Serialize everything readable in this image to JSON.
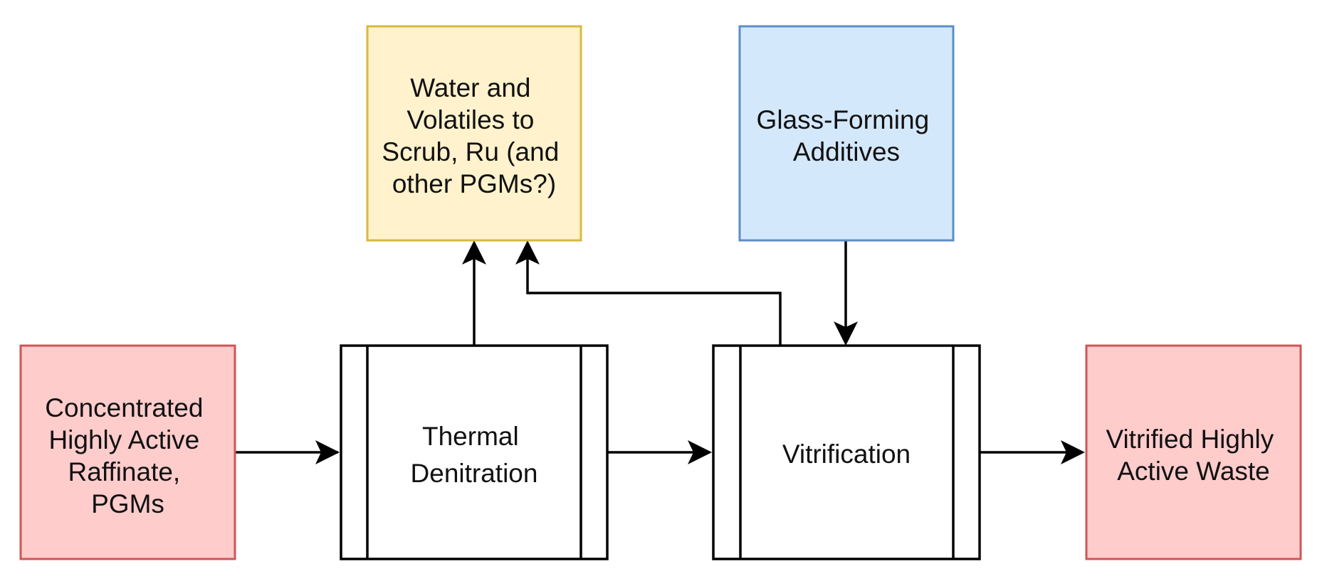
{
  "diagram": {
    "type": "process-flowchart",
    "nodes": {
      "input": {
        "lines": [
          "Concentrated",
          "Highly Active",
          "Raffinate,",
          "PGMs"
        ],
        "fill": "#ffcccc",
        "stroke": "#d05555"
      },
      "denitration": {
        "lines": [
          "Thermal",
          "Denitration"
        ],
        "fill": "#ffffff",
        "stroke": "#000000",
        "shape": "process"
      },
      "vitrification": {
        "lines": [
          "Vitrification"
        ],
        "fill": "#ffffff",
        "stroke": "#000000",
        "shape": "process"
      },
      "output": {
        "lines": [
          "Vitrified Highly",
          "Active Waste"
        ],
        "fill": "#ffcccc",
        "stroke": "#d05555"
      },
      "offgas": {
        "lines": [
          "Water and",
          "Volatiles to",
          "Scrub, Ru (and",
          "other PGMs?)"
        ],
        "fill": "#fff2cc",
        "stroke": "#d9b83f"
      },
      "additives": {
        "lines": [
          "Glass-Forming",
          "Additives"
        ],
        "fill": "#d4e8fc",
        "stroke": "#5b8ec4"
      }
    },
    "edges": [
      {
        "from": "input",
        "to": "denitration"
      },
      {
        "from": "denitration",
        "to": "vitrification"
      },
      {
        "from": "vitrification",
        "to": "output"
      },
      {
        "from": "denitration",
        "to": "offgas"
      },
      {
        "from": "vitrification",
        "to": "offgas"
      },
      {
        "from": "additives",
        "to": "vitrification"
      }
    ]
  }
}
